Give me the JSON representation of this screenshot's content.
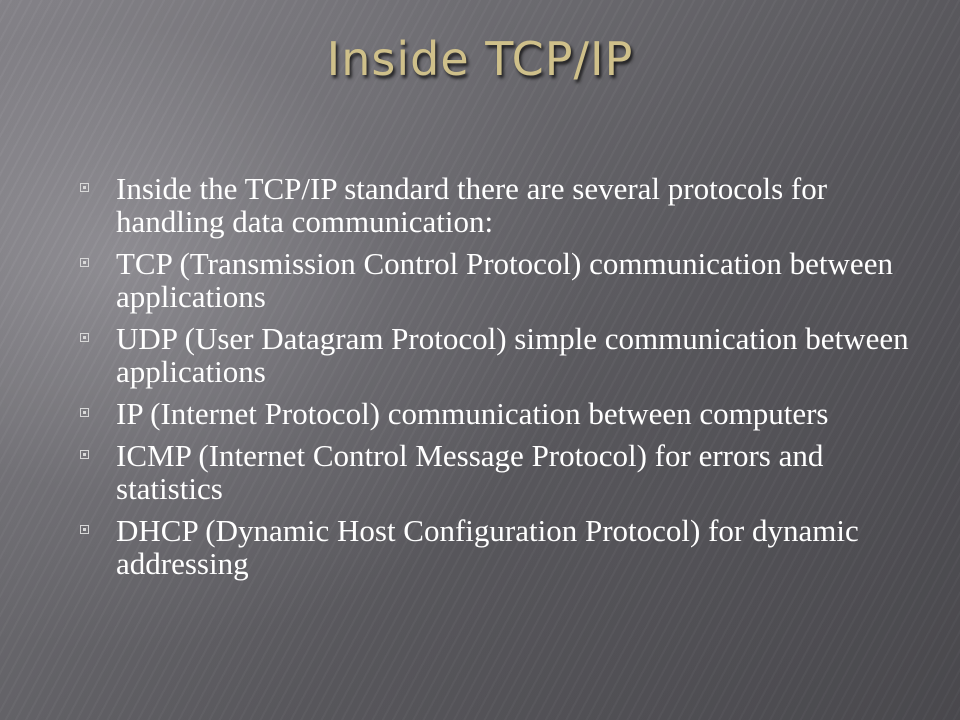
{
  "slide": {
    "title": "Inside TCP/IP",
    "bullets": [
      "Inside the TCP/IP standard there are several protocols for handling data communication:",
      "TCP (Transmission Control Protocol) communication between applications",
      "UDP (User Datagram Protocol) simple communication between applications",
      "IP (Internet Protocol) communication between computers",
      "ICMP (Internet Control Message Protocol) for errors and statistics",
      "DHCP (Dynamic Host Configuration Protocol) for dynamic addressing"
    ]
  },
  "colors": {
    "title": "#cfc08a",
    "body_text": "#ffffff",
    "background": "#6e6d72"
  },
  "icons": {
    "bullet": "square-bullet-icon"
  }
}
